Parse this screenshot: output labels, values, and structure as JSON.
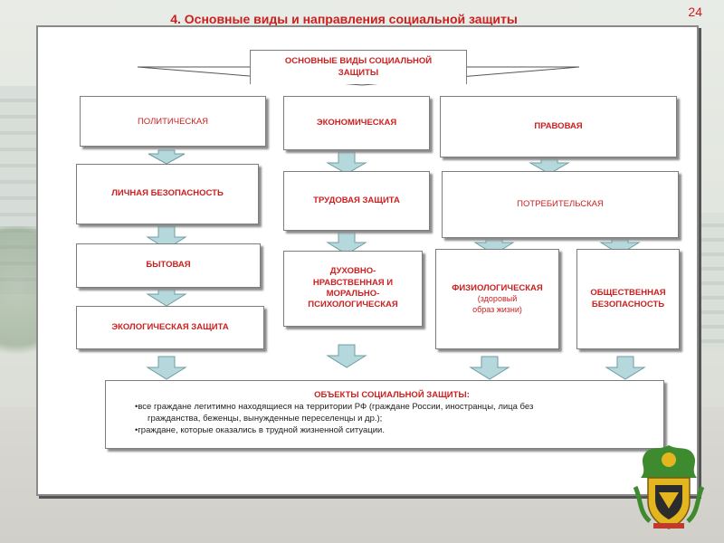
{
  "slide": {
    "title": "4. Основные виды и направления социальной защиты",
    "page_number": "24"
  },
  "header_box": "ОСНОВНЫЕ ВИДЫ СОЦИАЛЬНОЙ\nЗАЩИТЫ",
  "columns": {
    "political": "ПОЛИТИЧЕСКАЯ",
    "economic": "ЭКОНОМИЧЕСКАЯ",
    "legal": "ПРАВОВАЯ"
  },
  "items": {
    "personal_security": "ЛИЧНАЯ БЕЗОПАСНОСТЬ",
    "household": "БЫТОВАЯ",
    "ecological": "ЭКОЛОГИЧЕСКАЯ ЗАЩИТА",
    "labor": "ТРУДОВАЯ ЗАЩИТА",
    "spiritual": "ДУХОВНО-\nНРАВСТВЕННАЯ И\nМОРАЛЬНО-\nПСИХОЛОГИЧЕСКАЯ",
    "consumer": "ПОТРЕБИТЕЛЬСКАЯ",
    "physiological": "ФИЗИОЛОГИЧЕСКАЯ",
    "physiological_note": "(здоровый\nобраз жизни)",
    "public_security": "ОБЩЕСТВЕННАЯ\nБЕЗОПАСНОСТЬ"
  },
  "objects": {
    "title": "ОБЪЕКТЫ СОЦИАЛЬНОЙ ЗАЩИТЫ:",
    "line1": "•все граждане легитимно находящиеся на территории РФ (граждане России, иностранцы, лица без",
    "line2": "гражданства, беженцы, вынужденные переселенцы и др.);",
    "line3": "•граждане, которые оказались в трудной жизненной ситуации."
  },
  "colors": {
    "accent_text": "#cc2020",
    "arrow_fill": "#b5d8dc",
    "arrow_stroke": "#6f9da3"
  }
}
